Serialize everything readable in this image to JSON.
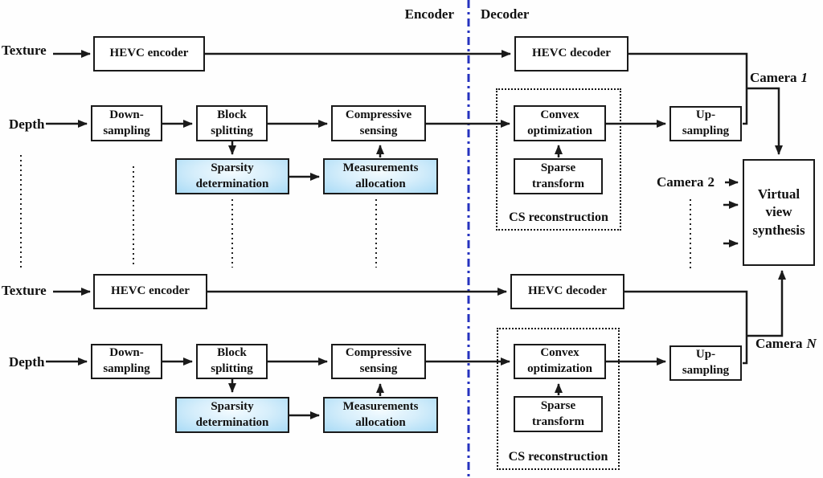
{
  "colors": {
    "separator_blue": "#2633bf",
    "line": "#1a1a1a",
    "box_border": "#1a1a1a",
    "highlight_box_edge": "#a9dbf6",
    "highlight_box_center": "#f3fbff"
  },
  "section_labels": {
    "encoder": "Encoder",
    "decoder": "Decoder"
  },
  "inputs": {
    "texture": "Texture",
    "depth": "Depth"
  },
  "blocks": {
    "hevc_encoder": "HEVC encoder",
    "hevc_decoder": "HEVC decoder",
    "down_sampling": "Down-\nsampling",
    "block_splitting": "Block\nsplitting",
    "compressive_sensing": "Compressive\nsensing",
    "sparsity_determination": "Sparsity\ndetermination",
    "measurements_allocation": "Measurements\nallocation",
    "convex_optimization": "Convex\noptimization",
    "sparse_transform": "Sparse\ntransform",
    "cs_reconstruction": "CS reconstruction",
    "up_sampling": "Up-\nsampling",
    "virtual_view_synthesis": "Virtual\nview\nsynthesis"
  },
  "camera_labels": {
    "camera1": {
      "name": "Camera",
      "index": "1"
    },
    "camera2": {
      "name": "Camera",
      "index": "2"
    },
    "cameraN": {
      "name": "Camera",
      "index": "N"
    }
  }
}
